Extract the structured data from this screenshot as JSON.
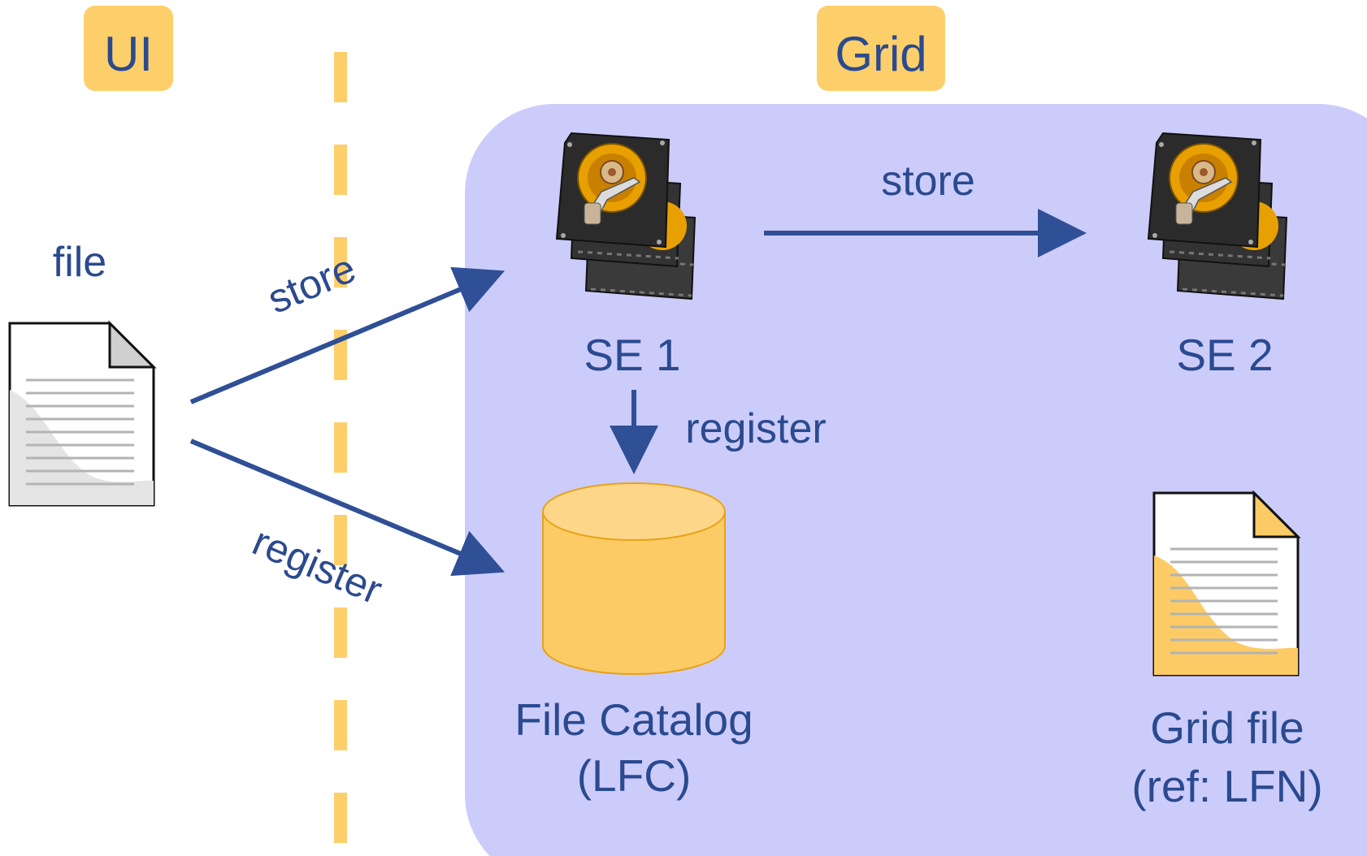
{
  "headers": {
    "ui": "UI",
    "grid": "Grid"
  },
  "labels": {
    "file": "file",
    "store_left": "store",
    "register_left": "register",
    "store_top": "store",
    "register_mid": "register",
    "se1": "SE 1",
    "se2": "SE 2",
    "catalog_line1": "File Catalog",
    "catalog_line2": "(LFC)",
    "gridfile_line1": "Grid file",
    "gridfile_line2": "(ref: LFN)"
  },
  "icons": {
    "source_file": "document-icon",
    "hard_drive_se1": "hard-drive-stack-icon",
    "hard_drive_se2": "hard-drive-stack-icon",
    "catalog": "database-cylinder-icon",
    "grid_file": "document-icon"
  },
  "colors": {
    "text": "#2b4a8f",
    "arrow": "#2f4f96",
    "header_bg": "#fdcf6b",
    "divider": "#fdcf6b",
    "grid_region": "#ccccfb",
    "catalog_fill": "#fdcb66",
    "catalog_stroke": "#e8a317"
  }
}
